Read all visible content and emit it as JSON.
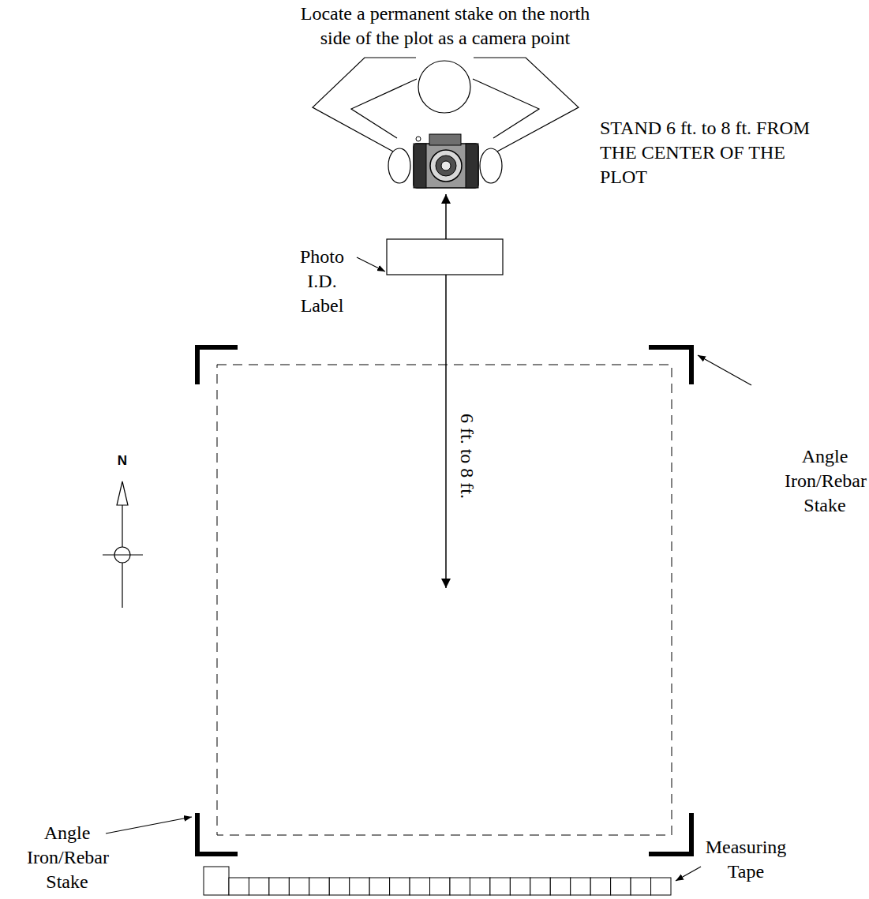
{
  "diagram": {
    "labels": [
      "Locate a permanent stake on the north side of the plot as a camera point",
      "STAND 6 ft. to 8 ft. FROM THE CENTER OF THE PLOT",
      "Photo I.D. Label",
      "6 ft. to 8 ft.",
      "Angle Iron/Rebar Stake",
      "N",
      "Angle Iron/Rebar Stake",
      "Measuring Tape"
    ]
  }
}
